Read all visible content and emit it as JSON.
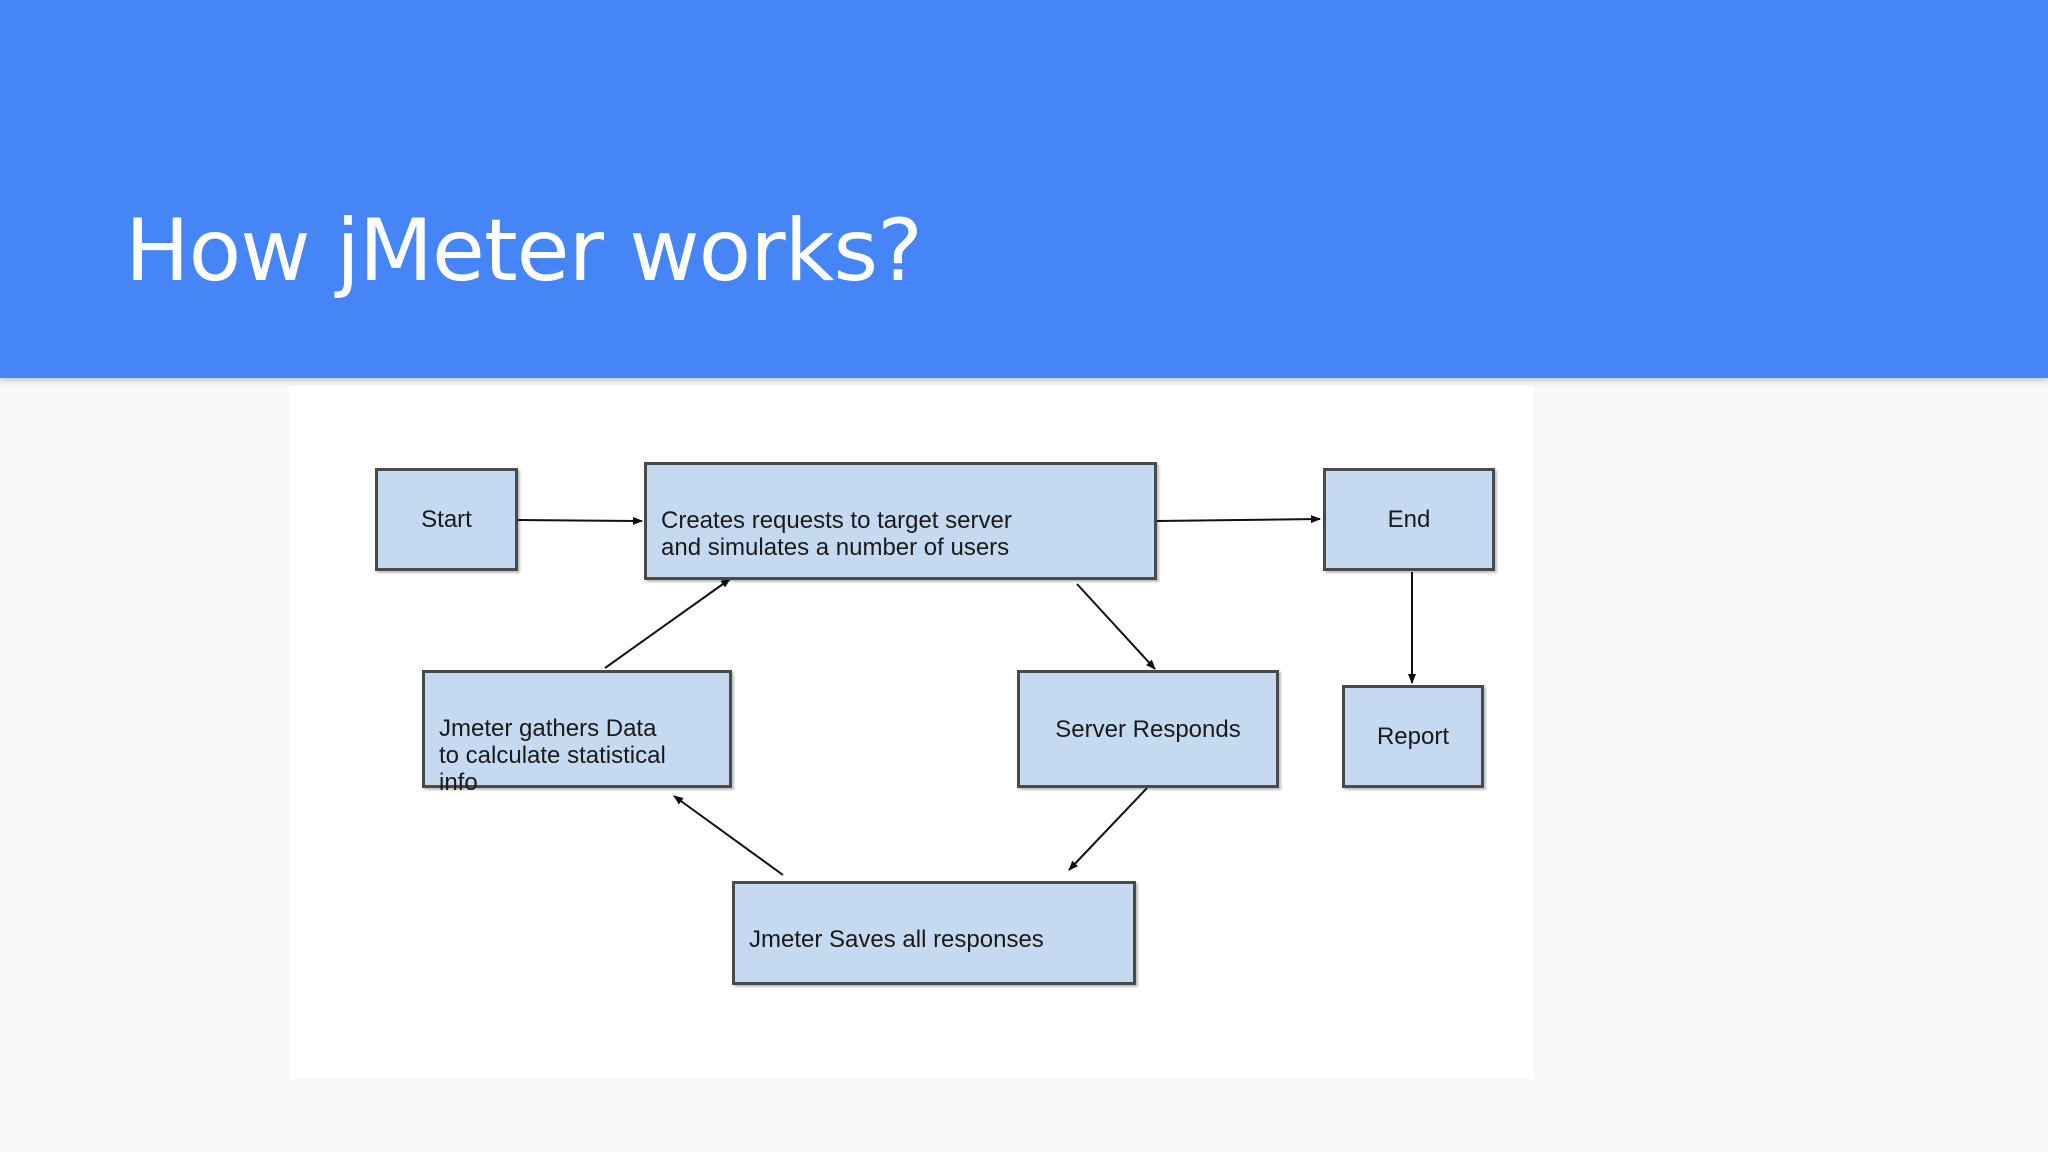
{
  "slide": {
    "title": "How jMeter works?",
    "header_color": "#4585f5"
  },
  "diagram": {
    "node_fill": "#c5d9f0",
    "node_border": "#4a4a4a",
    "nodes": {
      "start": "Start",
      "create_requests": "Creates requests to target server\nand simulates a  number of users",
      "end": "End",
      "gather_data": "Jmeter gathers Data\nto calculate statistical\ninfo",
      "server_responds": "Server Responds",
      "report": "Report",
      "save_responses": "Jmeter Saves all responses"
    }
  }
}
